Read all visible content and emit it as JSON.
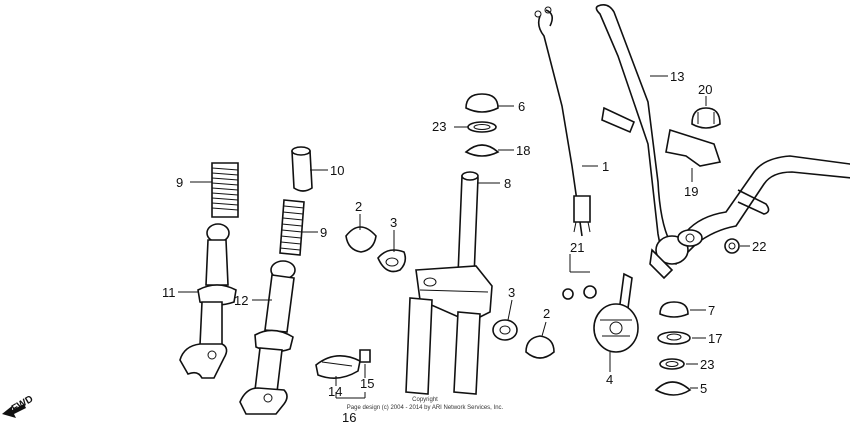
{
  "callouts": {
    "p1": "1",
    "p2a": "2",
    "p2b": "2",
    "p3a": "3",
    "p3b": "3",
    "p4": "4",
    "p5": "5",
    "p6": "6",
    "p7": "7",
    "p8": "8",
    "p9a": "9",
    "p9b": "9",
    "p10": "10",
    "p11": "11",
    "p12": "12",
    "p13": "13",
    "p14": "14",
    "p15": "15",
    "p16": "16",
    "p17": "17",
    "p18": "18",
    "p19": "19",
    "p20": "20",
    "p21": "21",
    "p22": "22",
    "p23a": "23",
    "p23b": "23"
  },
  "copyright_line1": "Copyright",
  "copyright_line2": "Page design (c) 2004 - 2014 by ARI Network Services, Inc.",
  "direction_label": "FWD",
  "colors": {
    "ink": "#111111",
    "background": "#ffffff"
  }
}
